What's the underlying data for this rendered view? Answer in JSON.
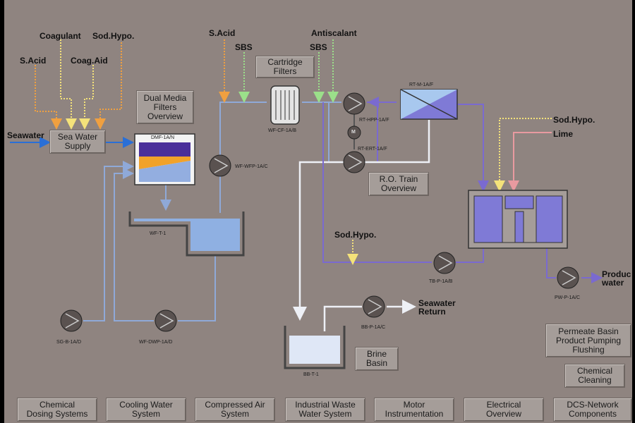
{
  "chemicals": {
    "coagulant": "Coagulant",
    "sod_hypo_top": "Sod.Hypo.",
    "s_acid_left": "S.Acid",
    "coag_aid": "Coag.Aid",
    "s_acid_mid": "S.Acid",
    "sbs_1": "SBS",
    "sbs_2": "SBS",
    "antiscalant": "Antiscalant",
    "sod_hypo_right": "Sod.Hypo.",
    "lime": "Lime",
    "sod_hypo_low": "Sod.Hypo."
  },
  "flows": {
    "seawater": "Seawater",
    "seawater_return_1": "Seawater",
    "seawater_return_2": "Return",
    "product_water_1": "Produc",
    "product_water_2": "water"
  },
  "tags": {
    "dmf": "DMF-1A/N",
    "wft": "WF-T-1",
    "wf_wfp": "WF-WFP-1A/C",
    "wf_cf": "WF-CF-1A/B",
    "rt_hpp": "RT-HPP-1A/F",
    "rt_m": "RT-M-1A/F",
    "rt_ert": "RT-ERT-1A/F",
    "tb_p": "TB-P-1A/B",
    "pw_p": "PW-P-1A/C",
    "bb_p": "BB-P-1A/C",
    "bb_t": "BB-T-1",
    "sg_b": "SG-B-1A/D",
    "wf_dwp": "WF-DWP-1A/D",
    "motor_symbol": "M"
  },
  "labels": {
    "sea_water_supply": [
      "Sea Water",
      "Supply"
    ],
    "dual_media": [
      "Dual Media",
      "Filters",
      "Overview"
    ],
    "cartridge": [
      "Cartridge",
      "Filters"
    ],
    "ro_train": [
      "R.O. Train",
      "Overview"
    ],
    "brine_basin": [
      "Brine",
      "Basin"
    ],
    "permeate": [
      "Permeate Basin",
      "Product Pumping",
      "Flushing"
    ],
    "chem_cleaning": [
      "Chemical",
      "Cleaning"
    ]
  },
  "nav": [
    [
      "Chemical",
      "Dosing Systems"
    ],
    [
      "Cooling Water",
      "System"
    ],
    [
      "Compressed Air",
      "System"
    ],
    [
      "Industrial Waste",
      "Water System"
    ],
    [
      "Motor",
      "Instrumentation"
    ],
    [
      "Electrical",
      "Overview"
    ],
    [
      "DCS-Network",
      "Components"
    ]
  ],
  "colors": {
    "panel": "#8f8480",
    "seawater_pipe": "#2a6fd6",
    "filtered_pipe": "#8fa9d8",
    "brine_pipe": "#e8eaf2",
    "permeate_pipe": "#7a6ad0",
    "dose_orange": "#f0a040",
    "dose_yellow": "#f4e27a",
    "dose_green": "#9be08a",
    "dose_pink": "#e89aa0"
  }
}
